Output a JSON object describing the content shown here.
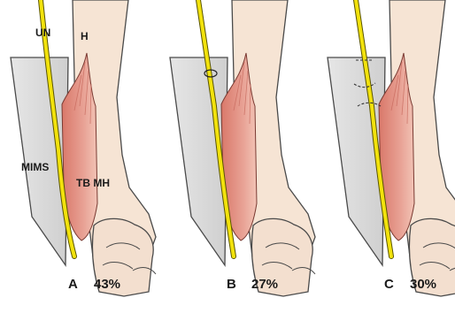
{
  "labels": {
    "ulnar_nerve": "UN",
    "humerus": "H",
    "septum": "MIMS",
    "triceps": "TB MH"
  },
  "panels": [
    {
      "letter": "A",
      "percent": "43%"
    },
    {
      "letter": "B",
      "percent": "27%"
    },
    {
      "letter": "C",
      "percent": "30%"
    }
  ],
  "colors": {
    "bone": "#f6e4d4",
    "bone_outline": "#4a4a4a",
    "muscle": "#e39a8e",
    "muscle_dark": "#c86a5e",
    "septum": "#dcdcdc",
    "nerve": "#f2e20c",
    "nerve_outline": "#5a5500"
  }
}
